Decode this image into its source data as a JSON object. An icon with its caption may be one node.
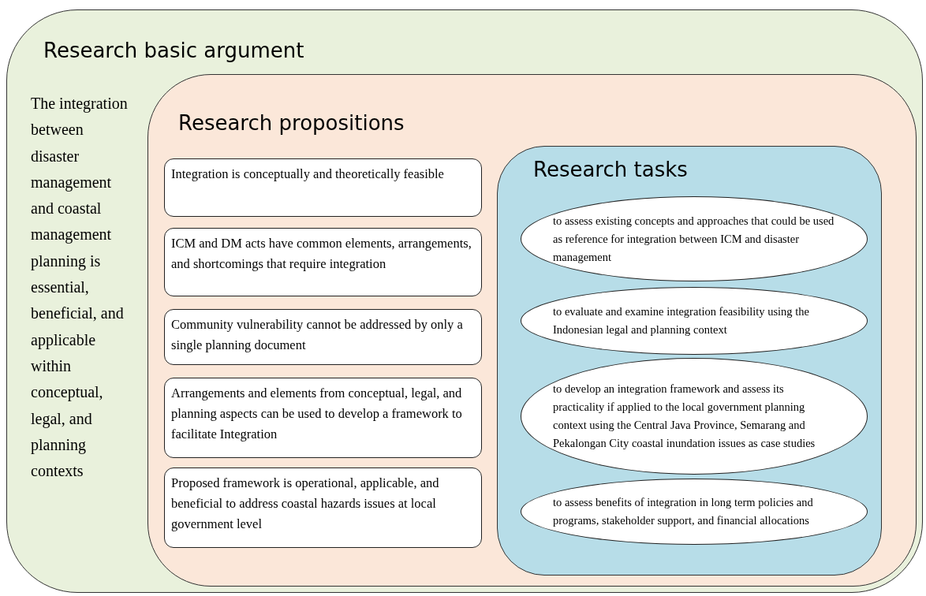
{
  "diagram": {
    "nodes": [
      {
        "text": [
          "Research basic argument",
          "The integration between disaster management and coastal management planning is essential, beneficial, and applicable within conceptual, legal, and planning contexts"
        ]
      },
      {
        "text": [
          "Research propositions"
        ],
        "in": 0
      },
      {
        "text": [
          "Integration is conceptually and theoretically feasible"
        ],
        "in": 1
      },
      {
        "text": [
          "ICM and DM acts have common elements, arrangements, and shortcomings that require integration"
        ],
        "in": 1
      },
      {
        "text": [
          "Community vulnerability cannot be addressed by only a single planning document"
        ],
        "in": 1
      },
      {
        "text": [
          "Arrangements and elements from conceptual, legal, and planning aspects can be used to develop a framework to facilitate Integration"
        ],
        "in": 1
      },
      {
        "text": [
          "Proposed framework is operational, applicable, and beneficial to address coastal hazards issues at local government level"
        ],
        "in": 1
      },
      {
        "text": [
          "Research tasks"
        ],
        "in": 1
      },
      {
        "text": [
          "to assess existing concepts and approaches that could be used as reference for integration between ICM and disaster management"
        ],
        "in": 7
      },
      {
        "text": [
          "to evaluate and examine integration feasibility using the Indonesian legal and planning context"
        ],
        "in": 7
      },
      {
        "text": [
          "to develop an integration framework and assess its practicality if applied to the local government planning context using the Central Java Province, Semarang and Pekalongan City coastal inundation issues as case studies"
        ],
        "in": 7
      },
      {
        "text": [
          "to assess benefits of integration in long term policies and programs, stakeholder support, and financial allocations"
        ],
        "in": 7
      }
    ],
    "edges": []
  }
}
